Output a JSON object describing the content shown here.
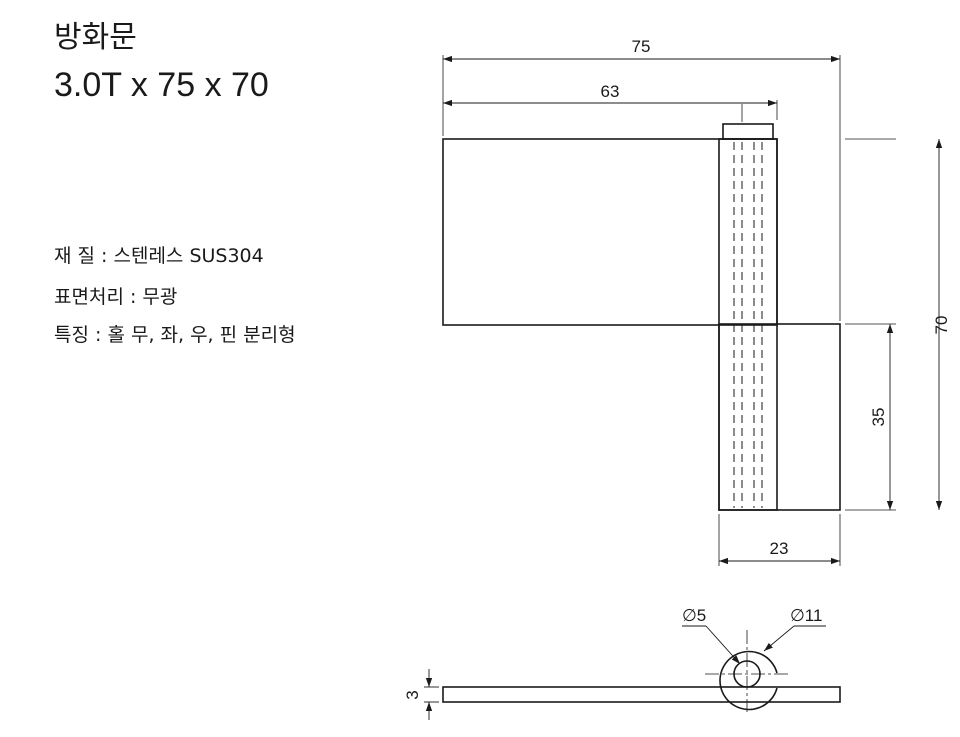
{
  "title": {
    "name": "방화문",
    "spec": "3.0T x 75 x 70"
  },
  "specs": {
    "material": "재 질 : 스텐레스 SUS304",
    "finish": "표면처리 : 무광",
    "features": "특징 : 홀 무, 좌, 우, 핀 분리형"
  },
  "dimensions": {
    "overall_width": "75",
    "leaf_width": "63",
    "height": "70",
    "lower_leaf_height": "35",
    "lower_leaf_width": "23",
    "pin_diameter": "∅5",
    "knuckle_diameter": "∅11",
    "thickness": "3"
  }
}
